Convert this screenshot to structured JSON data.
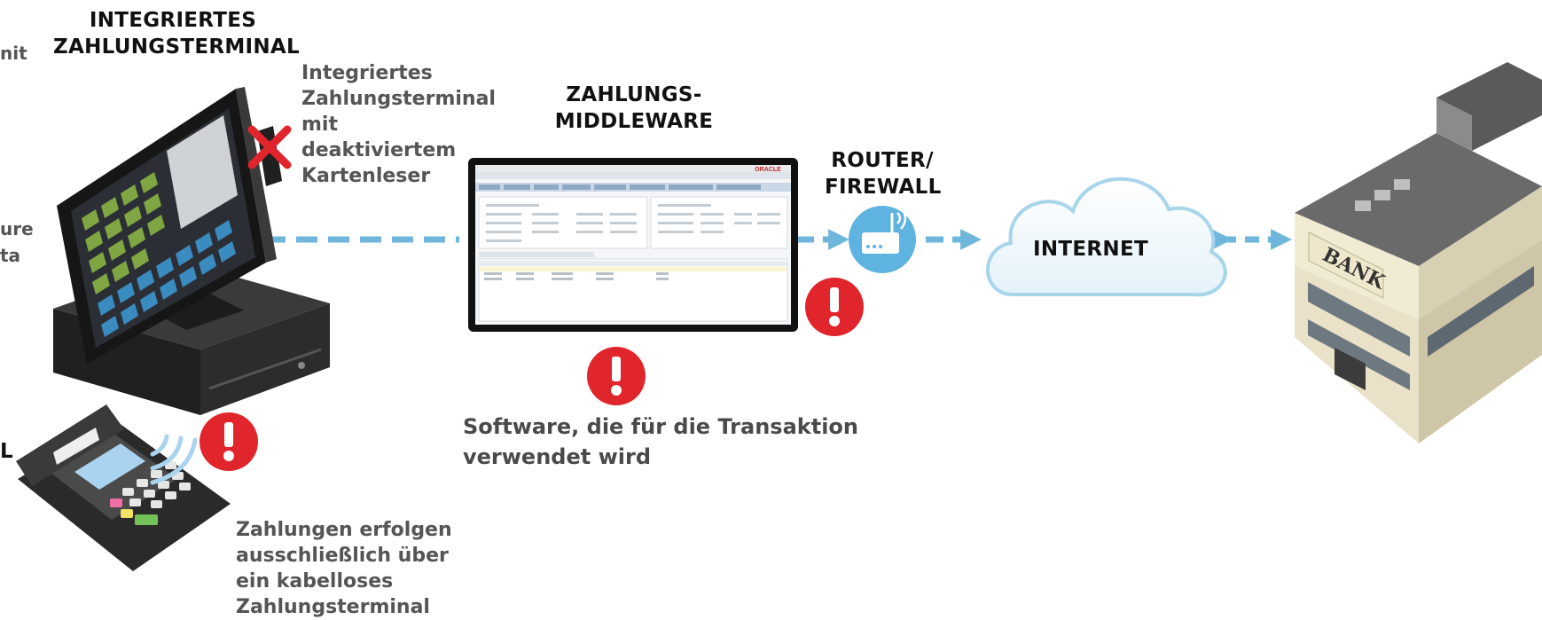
{
  "labels": {
    "integrated_terminal_title_1": "INTEGRIERTES",
    "integrated_terminal_title_2": "ZAHLUNGSTERMINAL",
    "disabled_reader_note_1": "Integriertes",
    "disabled_reader_note_2": "Zahlungsterminal",
    "disabled_reader_note_3": "mit deaktiviertem",
    "disabled_reader_note_4": "Kartenleser",
    "middleware_title_1": "ZAHLUNGS-",
    "middleware_title_2": "MIDDLEWARE",
    "router_title_1": "ROUTER/",
    "router_title_2": "FIREWALL",
    "internet_label": "INTERNET",
    "bank_sign": "BANK",
    "software_note_1": "Software, die für die Transaktion",
    "software_note_2": "verwendet wird",
    "wireless_note_1": "Zahlungen erfolgen",
    "wireless_note_2": "ausschließlich über",
    "wireless_note_3": "ein kabelloses",
    "wireless_note_4": "Zahlungsterminal",
    "cropped_fragment_1": "nit",
    "cropped_fragment_2": "ure",
    "cropped_fragment_3": "ta",
    "cropped_fragment_4": "L"
  },
  "screen_app": {
    "brand": "ORACLE"
  },
  "colors": {
    "connector": "#6fb6dc",
    "alert": "#e0252c",
    "router": "#5fb3e0",
    "cloud_stroke": "#a8d4ec"
  },
  "icons": [
    "pos-terminal",
    "wireless-card-reader",
    "middleware-monitor",
    "router-icon",
    "internet-cloud",
    "bank-building",
    "alert-icon",
    "disabled-x-icon"
  ]
}
